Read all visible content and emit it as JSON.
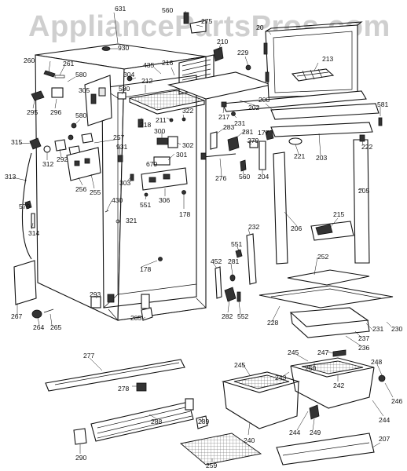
{
  "watermark": "AppliancePartsPros.com",
  "part_labels": [
    {
      "id": "631",
      "text": "631"
    },
    {
      "id": "560a",
      "text": "560"
    },
    {
      "id": "275",
      "text": "275"
    },
    {
      "id": "20",
      "text": "20"
    },
    {
      "id": "930",
      "text": "930"
    },
    {
      "id": "210",
      "text": "210"
    },
    {
      "id": "229",
      "text": "229"
    },
    {
      "id": "213",
      "text": "213"
    },
    {
      "id": "260",
      "text": "260"
    },
    {
      "id": "261",
      "text": "261"
    },
    {
      "id": "580a",
      "text": "580"
    },
    {
      "id": "435",
      "text": "435"
    },
    {
      "id": "216",
      "text": "216"
    },
    {
      "id": "304",
      "text": "304"
    },
    {
      "id": "212",
      "text": "212"
    },
    {
      "id": "305",
      "text": "305"
    },
    {
      "id": "580b",
      "text": "580"
    },
    {
      "id": "295",
      "text": "295"
    },
    {
      "id": "296",
      "text": "296"
    },
    {
      "id": "208",
      "text": "208"
    },
    {
      "id": "202",
      "text": "202"
    },
    {
      "id": "581",
      "text": "581"
    },
    {
      "id": "580c",
      "text": "580"
    },
    {
      "id": "218",
      "text": "218"
    },
    {
      "id": "211",
      "text": "211"
    },
    {
      "id": "322",
      "text": "322"
    },
    {
      "id": "217",
      "text": "217"
    },
    {
      "id": "231a",
      "text": "231"
    },
    {
      "id": "283",
      "text": "283"
    },
    {
      "id": "281a",
      "text": "281"
    },
    {
      "id": "177",
      "text": "177"
    },
    {
      "id": "300",
      "text": "300"
    },
    {
      "id": "302",
      "text": "302"
    },
    {
      "id": "279",
      "text": "279"
    },
    {
      "id": "222",
      "text": "222"
    },
    {
      "id": "315",
      "text": "315"
    },
    {
      "id": "257",
      "text": "257"
    },
    {
      "id": "931",
      "text": "931"
    },
    {
      "id": "301",
      "text": "301"
    },
    {
      "id": "221",
      "text": "221"
    },
    {
      "id": "203",
      "text": "203"
    },
    {
      "id": "312",
      "text": "312"
    },
    {
      "id": "292",
      "text": "292"
    },
    {
      "id": "679",
      "text": "679"
    },
    {
      "id": "276",
      "text": "276"
    },
    {
      "id": "560b",
      "text": "560"
    },
    {
      "id": "204",
      "text": "204"
    },
    {
      "id": "313",
      "text": "313"
    },
    {
      "id": "256",
      "text": "256"
    },
    {
      "id": "255",
      "text": "255"
    },
    {
      "id": "303",
      "text": "303"
    },
    {
      "id": "306",
      "text": "306"
    },
    {
      "id": "205",
      "text": "205"
    },
    {
      "id": "430",
      "text": "430"
    },
    {
      "id": "551a",
      "text": "551"
    },
    {
      "id": "178a",
      "text": "178"
    },
    {
      "id": "579",
      "text": "579"
    },
    {
      "id": "215",
      "text": "215"
    },
    {
      "id": "206",
      "text": "206"
    },
    {
      "id": "314",
      "text": "314"
    },
    {
      "id": "321",
      "text": "321"
    },
    {
      "id": "232",
      "text": "232"
    },
    {
      "id": "551b",
      "text": "551"
    },
    {
      "id": "252",
      "text": "252"
    },
    {
      "id": "178b",
      "text": "178"
    },
    {
      "id": "452",
      "text": "452"
    },
    {
      "id": "281b",
      "text": "281"
    },
    {
      "id": "267",
      "text": "267"
    },
    {
      "id": "293",
      "text": "293"
    },
    {
      "id": "264",
      "text": "264"
    },
    {
      "id": "265",
      "text": "265"
    },
    {
      "id": "285",
      "text": "285"
    },
    {
      "id": "282",
      "text": "282"
    },
    {
      "id": "552",
      "text": "552"
    },
    {
      "id": "228",
      "text": "228"
    },
    {
      "id": "231b",
      "text": "231"
    },
    {
      "id": "230",
      "text": "230"
    },
    {
      "id": "237",
      "text": "237"
    },
    {
      "id": "236",
      "text": "236"
    },
    {
      "id": "277",
      "text": "277"
    },
    {
      "id": "247",
      "text": "247"
    },
    {
      "id": "245a",
      "text": "245"
    },
    {
      "id": "245b",
      "text": "245"
    },
    {
      "id": "250",
      "text": "250"
    },
    {
      "id": "248",
      "text": "248"
    },
    {
      "id": "243",
      "text": "243"
    },
    {
      "id": "278",
      "text": "278"
    },
    {
      "id": "242",
      "text": "242"
    },
    {
      "id": "246",
      "text": "246"
    },
    {
      "id": "288",
      "text": "288"
    },
    {
      "id": "289",
      "text": "289"
    },
    {
      "id": "240",
      "text": "240"
    },
    {
      "id": "244a",
      "text": "244"
    },
    {
      "id": "249",
      "text": "249"
    },
    {
      "id": "244b",
      "text": "244"
    },
    {
      "id": "207",
      "text": "207"
    },
    {
      "id": "290",
      "text": "290"
    },
    {
      "id": "259",
      "text": "259"
    }
  ]
}
